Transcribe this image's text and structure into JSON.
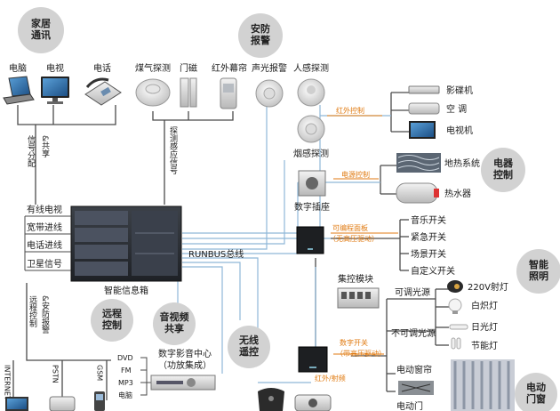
{
  "colors": {
    "wire": "#4a4a4a",
    "bus": "#8fb8d8",
    "accent": "#e07a10",
    "circle": "#d2d2d2"
  },
  "circles": {
    "home_comm": "家居\n通讯",
    "security": "安防\n报警",
    "appliance": "电器\n控制",
    "lighting": "智能\n照明",
    "remote": "远程\n控制",
    "av_share": "音视频\n共享",
    "wireless": "无线\n遥控",
    "curtain": "电动\n门窗"
  },
  "comm": {
    "computer": "电脑",
    "tv": "电视",
    "phone": "电话",
    "signal_split": "信号分配",
    "and_share": "&共享"
  },
  "security": {
    "gas": "煤气探测",
    "door": "门磁",
    "ir_curtain": "红外幕帘",
    "siren": "声光报警",
    "pir": "人感探测",
    "smoke": "烟感探测",
    "probe_signal": "探测感应信号"
  },
  "box": {
    "title": "智能信息箱",
    "inputs": [
      "有线电视",
      "宽带进线",
      "电话进线",
      "卫星信号"
    ],
    "runbus": "RUNBUS总线",
    "remote_alarm": "远程控制",
    "and_alarm": "&安防报警"
  },
  "bottom_lines": [
    "INTERNET",
    "PSTN",
    "GSM"
  ],
  "av": {
    "center_title": "数字影音中心",
    "center_sub": "（功放集成）",
    "sources": [
      "DVD",
      "FM",
      "MP3",
      "电脑"
    ]
  },
  "ir": {
    "label": "红外控制",
    "devices": [
      "影碟机",
      "空    调",
      "电视机"
    ]
  },
  "power": {
    "label": "电源控制",
    "socket": "数字插座",
    "devices": [
      "地热系统",
      "热水器"
    ]
  },
  "scene": {
    "label1": "可编程面板",
    "label2": "（无高压驱动）",
    "switches": [
      "音乐开关",
      "紧急开关",
      "场景开关",
      "自定义开关"
    ]
  },
  "module": {
    "title": "集控模块",
    "dim": "可调光源",
    "nodim": "不可调光源",
    "lights": [
      "220V射灯",
      "白炽灯",
      "日光灯",
      "节能灯"
    ]
  },
  "digital_switch": {
    "label1": "数字开关",
    "label2": "（带高压驱动）",
    "curtain_motor": "电动窗帘",
    "garage_door": "电动门"
  },
  "ir_relay": "红外/射频"
}
